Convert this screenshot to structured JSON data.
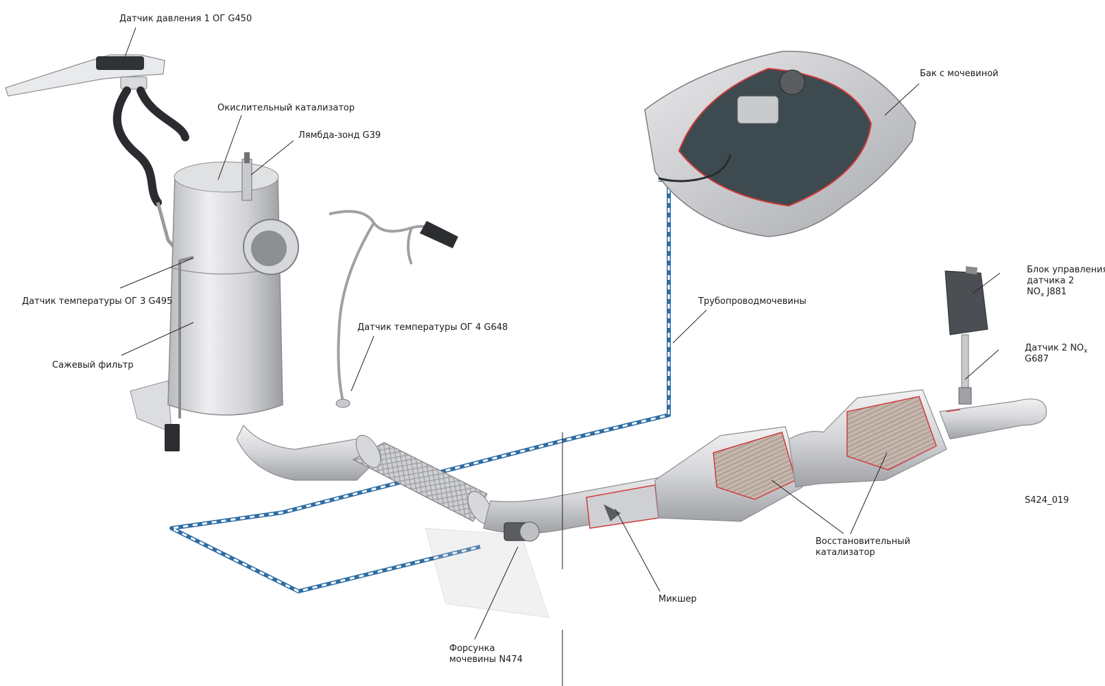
{
  "labels": {
    "pressure_sensor": "Датчик давления 1 ОГ G450",
    "oxidation_catalyst": "Окислительный катализатор",
    "lambda_probe": "Лямбда-зонд G39",
    "urea_tank": "Бак с мочевиной",
    "temp_sensor_3": "Датчик температуры ОГ 3 G495",
    "urea_line": "Трубопроводмочевины",
    "nox_control_unit_line1": "Блок управления",
    "nox_control_unit_line2": "датчика 2",
    "nox_control_unit_line3_pre": "NO",
    "nox_control_unit_line3_sub": "x",
    "nox_control_unit_line3_post": " J881",
    "temp_sensor_4": "Датчик температуры ОГ 4 G648",
    "nox_sensor_line1_pre": "Датчик 2 NO",
    "nox_sensor_line1_sub": "x",
    "nox_sensor_line2": "G687",
    "soot_filter": "Сажевый фильтр",
    "reduction_catalyst_line1": "Восстановительный",
    "reduction_catalyst_line2": "катализатор",
    "mixer": "Микшер",
    "injector_line1": "Форсунка",
    "injector_line2": "мочевины N474"
  },
  "figure_ref": "S424_019",
  "colors": {
    "metal_light": "#e4e4e6",
    "metal_mid": "#b9babd",
    "metal_dark": "#7d7f84",
    "urea_line_blue": "#2e6da4",
    "catalyst_cutaway": "#b4a49a",
    "tank_interior": "#3d4a4f",
    "cutaway_edge": "#d23a3a",
    "leader_line": "#222222"
  }
}
